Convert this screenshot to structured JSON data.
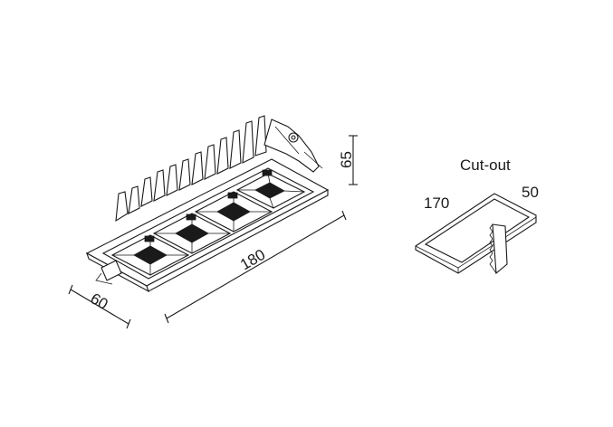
{
  "dimensions": {
    "length": "180",
    "width": "60",
    "height": "65"
  },
  "cutout": {
    "title": "Cut-out",
    "length": "170",
    "width": "50"
  },
  "colors": {
    "line": "#1a1a1a",
    "background": "#ffffff"
  }
}
